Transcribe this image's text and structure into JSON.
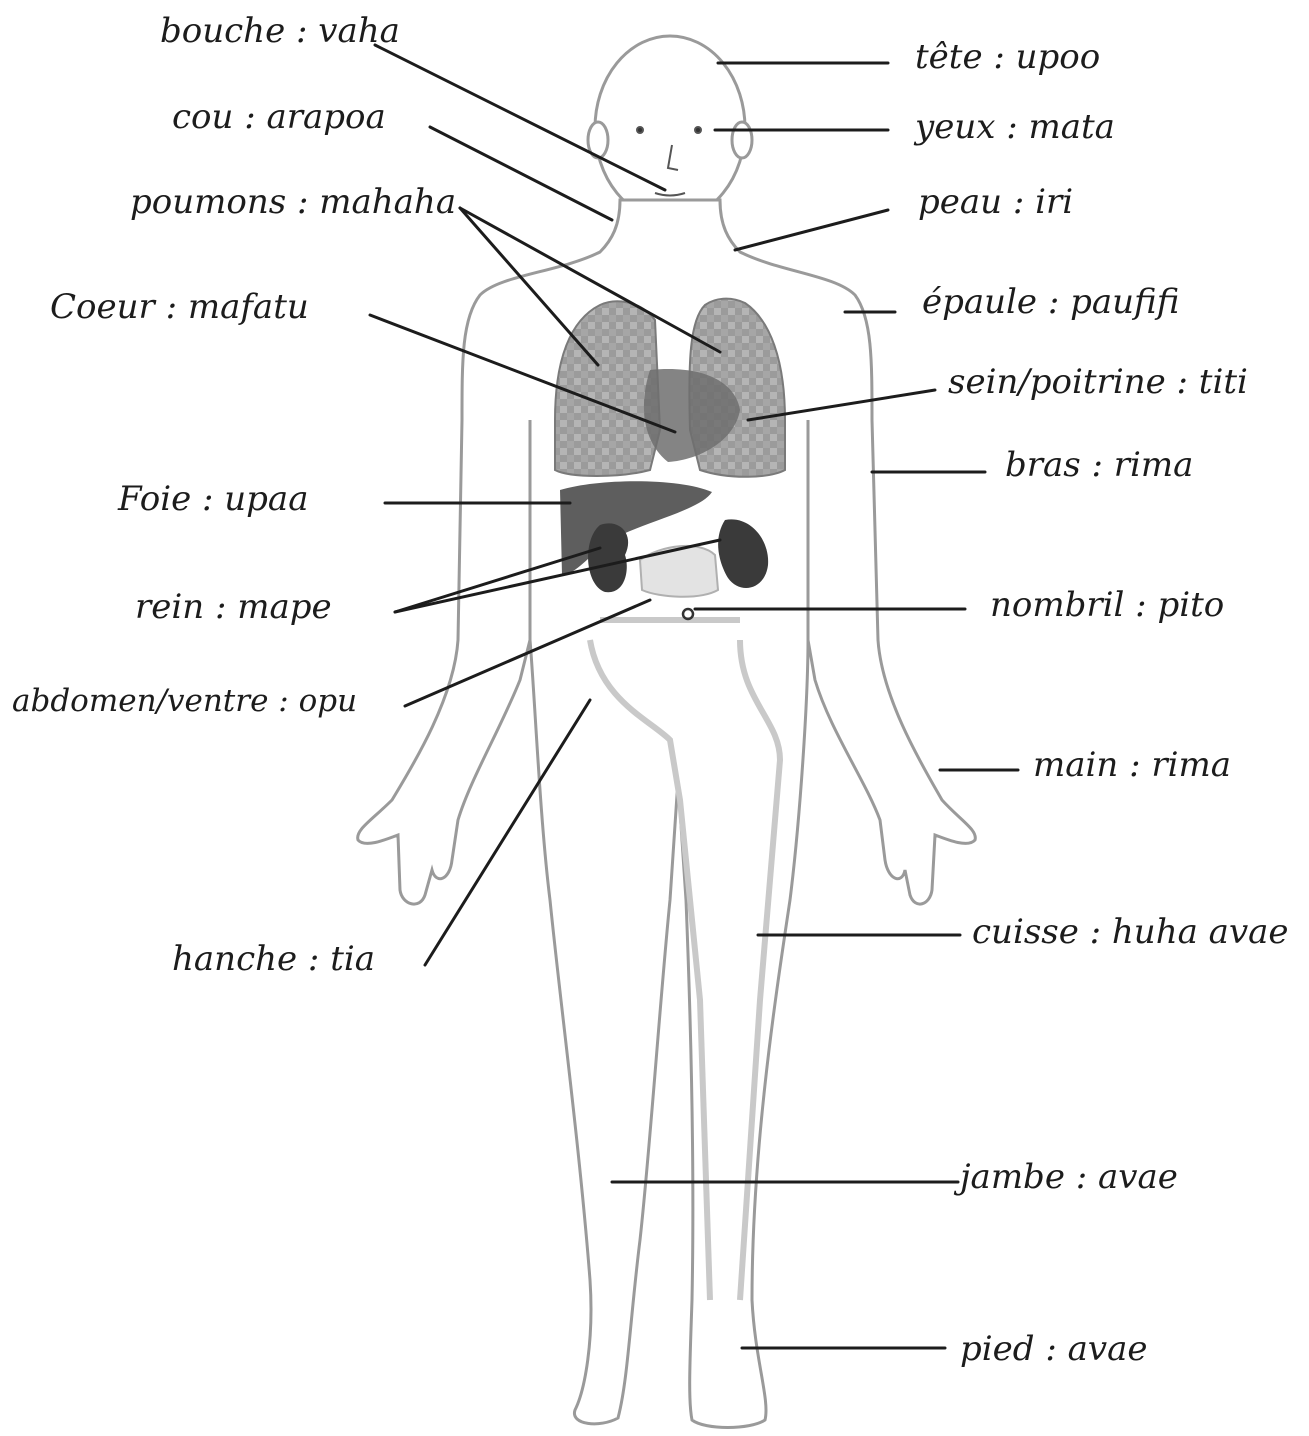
{
  "labels_left": [
    {
      "id": "bouche",
      "text": "bouche : vaha"
    },
    {
      "id": "cou",
      "text": "cou : arapoa"
    },
    {
      "id": "poumons",
      "text": "poumons : mahaha"
    },
    {
      "id": "coeur",
      "text": "Coeur : mafatu"
    },
    {
      "id": "foie",
      "text": "Foie : upaa"
    },
    {
      "id": "rein",
      "text": "rein : mape"
    },
    {
      "id": "abdomen",
      "text": "abdomen/ventre : opu"
    },
    {
      "id": "hanche",
      "text": "hanche : tia"
    }
  ],
  "labels_right": [
    {
      "id": "tete",
      "text": "tête : upoo"
    },
    {
      "id": "yeux",
      "text": "yeux : mata"
    },
    {
      "id": "peau",
      "text": "peau : iri"
    },
    {
      "id": "epaule",
      "text": "épaule : paufifi"
    },
    {
      "id": "sein",
      "text": "sein/poitrine : titi"
    },
    {
      "id": "bras",
      "text": "bras : rima"
    },
    {
      "id": "nombril",
      "text": "nombril : pito"
    },
    {
      "id": "main",
      "text": "main : rima"
    },
    {
      "id": "cuisse",
      "text": "cuisse : huha avae"
    },
    {
      "id": "jambe",
      "text": "jambe : avae"
    },
    {
      "id": "pied",
      "text": "pied : avae"
    }
  ],
  "colors": {
    "ink": "#1c1c1c",
    "body_outline": "#9a9a9a",
    "lungs": "#8c8c8c",
    "liver": "#5e5e5e",
    "kidney": "#3a3a3a",
    "bones": "#c9c9c9"
  }
}
